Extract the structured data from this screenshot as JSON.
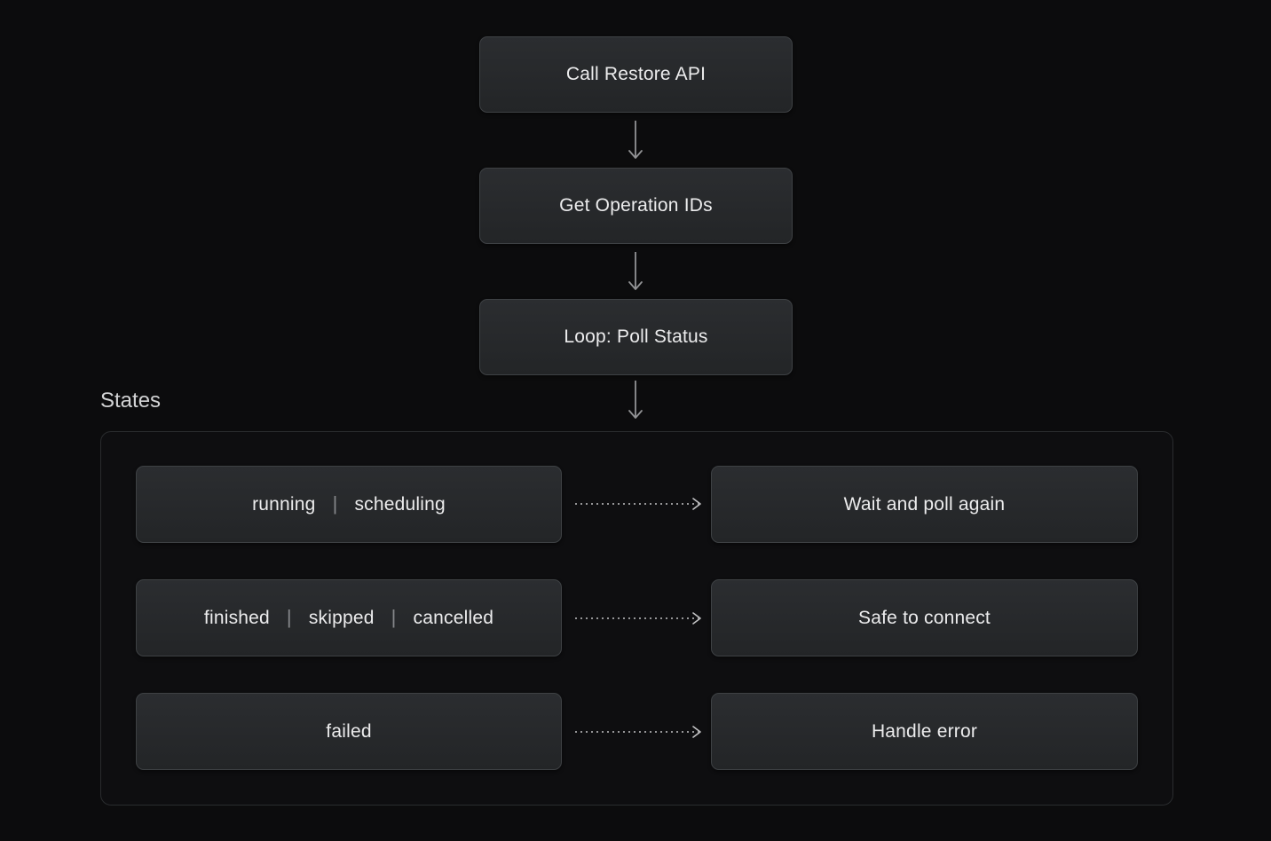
{
  "colors": {
    "background": "#0c0c0d",
    "container_fill": "#0e0e10",
    "container_border": "#2a2c2e",
    "box_fill_top": "#2b2d30",
    "box_fill_bottom": "#232527",
    "box_border": "#3e4144",
    "text": "#ececed",
    "label": "#d3d4d5",
    "separator": "#85878a",
    "arrow": "#929395",
    "dashed_arrow": "#c4c4c6"
  },
  "flow": {
    "steps": [
      "Call Restore API",
      "Get Operation IDs",
      "Loop: Poll Status"
    ]
  },
  "states": {
    "label": "States",
    "separator": "|",
    "rows": [
      {
        "left": [
          "running",
          "scheduling"
        ],
        "right": "Wait and poll again"
      },
      {
        "left": [
          "finished",
          "skipped",
          "cancelled"
        ],
        "right": "Safe to connect"
      },
      {
        "left": [
          "failed"
        ],
        "right": "Handle error"
      }
    ]
  }
}
